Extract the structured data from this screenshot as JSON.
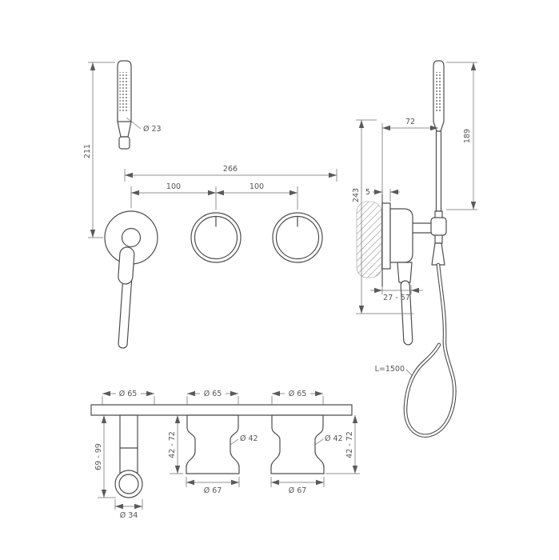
{
  "page": {
    "background": "#ffffff",
    "line_color": "#4d4d4d",
    "dim_color": "#5a5a5a",
    "text_color": "#555555"
  },
  "front_view": {
    "dim_height": "211",
    "dim_total_width": "266",
    "dim_spacing_left": "100",
    "dim_spacing_right": "100",
    "dia_handshower": "Ø 23"
  },
  "side_view": {
    "dim_offset": "72",
    "dim_handshower_length": "189",
    "dim_overall_height": "243",
    "dim_plate_thickness": "5",
    "dim_wall_depth": "27 - 57",
    "hose_length": "L=1500"
  },
  "bottom_view": {
    "left": {
      "dia_escutcheon": "Ø 65",
      "dim_depth_range": "69 - 99",
      "dia_outlet": "Ø 34"
    },
    "middle": {
      "dia_escutcheon": "Ø 65",
      "dia_knob": "Ø 42",
      "dia_base": "Ø 67",
      "dim_depth_range": "42 - 72"
    },
    "right": {
      "dia_escutcheon": "Ø 65",
      "dia_knob": "Ø 42",
      "dia_base": "Ø 67",
      "dim_depth_range": "42 - 72"
    }
  }
}
